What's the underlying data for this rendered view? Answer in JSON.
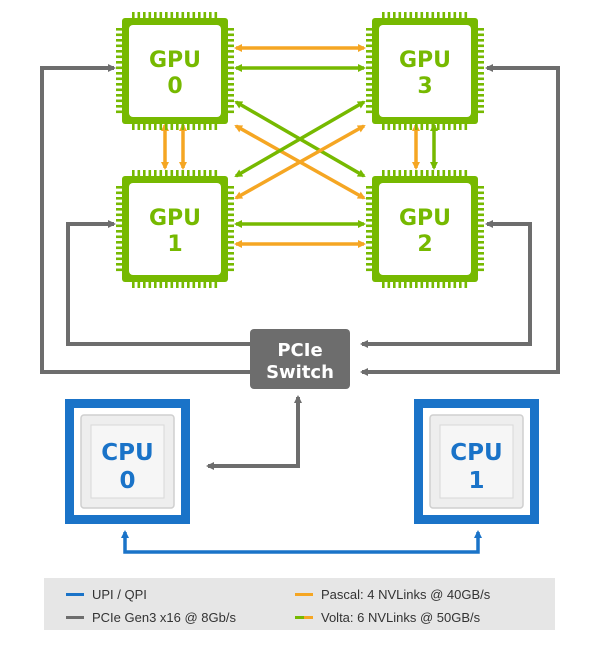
{
  "gpus": [
    {
      "name": "GPU",
      "index": "0"
    },
    {
      "name": "GPU",
      "index": "3"
    },
    {
      "name": "GPU",
      "index": "1"
    },
    {
      "name": "GPU",
      "index": "2"
    }
  ],
  "switch": {
    "line1": "PCIe",
    "line2": "Switch"
  },
  "cpus": [
    {
      "name": "CPU",
      "index": "0"
    },
    {
      "name": "CPU",
      "index": "1"
    }
  ],
  "legend": [
    {
      "label": "UPI / QPI"
    },
    {
      "label": "Pascal: 4 NVLinks @ 40GB/s"
    },
    {
      "label": "PCIe Gen3 x16 @ 8Gb/s"
    },
    {
      "label": "Volta: 6 NVLinks @ 50GB/s"
    }
  ],
  "colors": {
    "gpu_green": "#76b900",
    "nvlink_orange": "#f5a623",
    "pcie_gray": "#6d6d6d",
    "cpu_blue": "#1a73c8",
    "legend_bg": "#e6e6e6"
  }
}
